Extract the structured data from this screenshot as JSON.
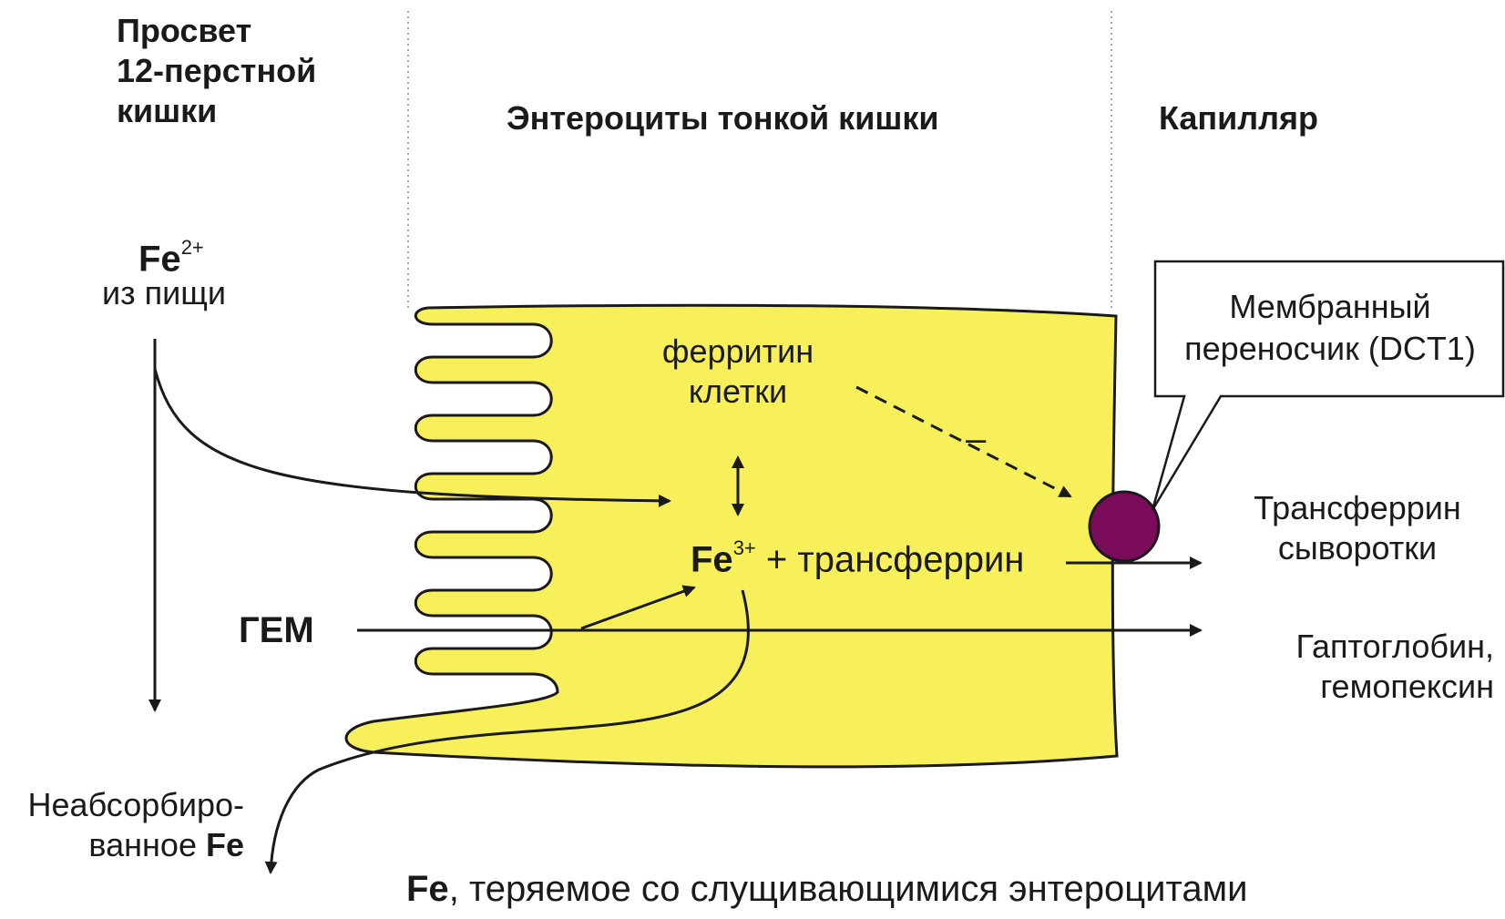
{
  "headers": {
    "lumen_line1": "Просвет",
    "lumen_line2": "12-перстной",
    "lumen_line3": "кишки",
    "enterocytes": "Энтероциты тонкой кишки",
    "capillary": "Капилляр"
  },
  "dietary_iron": {
    "symbol": "Fe",
    "charge": "2+",
    "source": "из пищи"
  },
  "ferritin": {
    "line1": "ферритин",
    "line2": "клетки"
  },
  "cell_iron": {
    "symbol": "Fe",
    "charge": "3+",
    "plus": "+",
    "transferrin": "трансферрин"
  },
  "inhibition_sign": "–",
  "heme": "ГЕМ",
  "dct1_callout": {
    "line1": "Мембранный",
    "line2": "переносчик (DCT1)"
  },
  "serum_transferrin": {
    "line1": "Трансферрин",
    "line2": "сыворотки"
  },
  "haptoglobin": {
    "line1": "Гаптоглобин,",
    "line2": "гемопексин"
  },
  "unabsorbed": {
    "line1": "Неабсорбиро-",
    "line2_text": "ванное ",
    "line2_bold": "Fe"
  },
  "lost_iron": {
    "bold": "Fe",
    "text": ", теряемое со слущивающимися энтероцитами"
  },
  "colors": {
    "cell_fill": "#f7f05a",
    "cell_stroke": "#1a1a1a",
    "transporter_fill": "#7a0a5a",
    "ink": "#1a1a1a"
  }
}
